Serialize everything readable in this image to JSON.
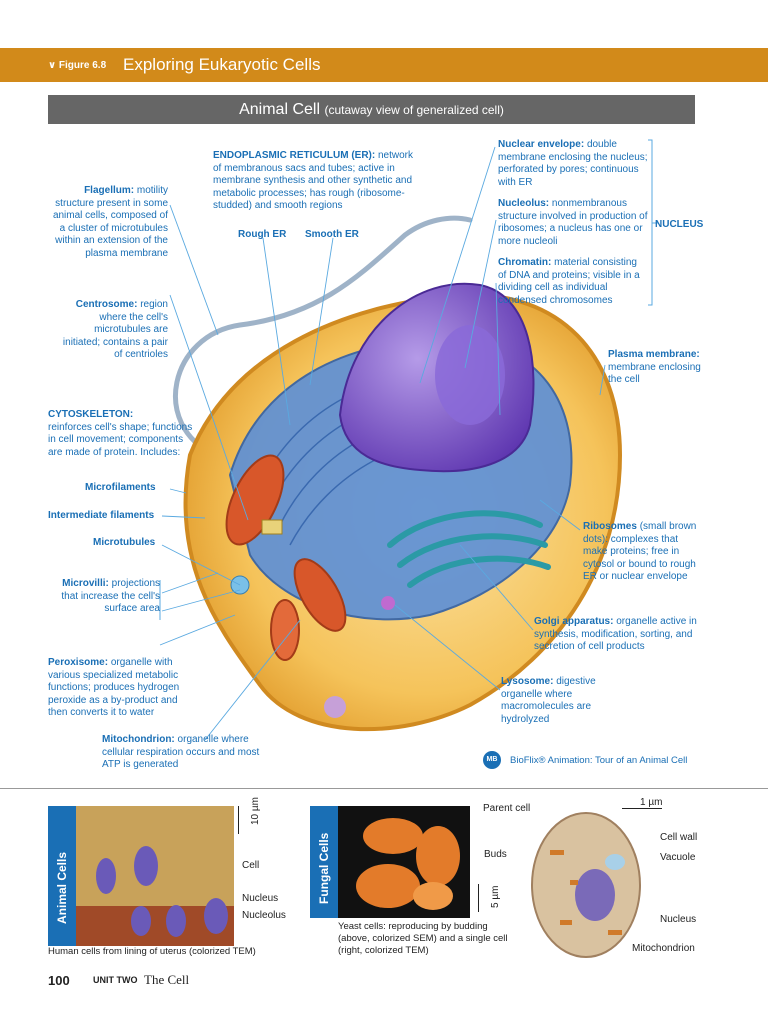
{
  "header": {
    "figure_label": "Figure 6.8",
    "figure_title": "Exploring Eukaryotic Cells",
    "panel_title": "Animal Cell",
    "panel_subtitle": "(cutaway view of generalized cell)"
  },
  "labels": {
    "er_title": "ENDOPLASMIC RETICULUM (ER):",
    "er_desc": "network of membranous sacs and tubes; active in membrane synthesis and other synthetic and metabolic processes; has rough (ribosome-studded) and smooth regions",
    "rough_er": "Rough ER",
    "smooth_er": "Smooth ER",
    "flagellum_title": "Flagellum:",
    "flagellum_desc": "motility structure present in some animal cells, composed of a cluster of microtubules within an extension of the plasma membrane",
    "centrosome_title": "Centrosome:",
    "centrosome_desc": "region where the cell's microtubules are initiated; contains a pair of centrioles",
    "cytoskeleton_title": "CYTOSKELETON:",
    "cytoskeleton_desc": "reinforces cell's shape; functions in cell movement; components are made of protein. Includes:",
    "microfilaments": "Microfilaments",
    "intermediate": "Intermediate filaments",
    "microtubules": "Microtubules",
    "microvilli_title": "Microvilli:",
    "microvilli_desc": "projections that increase the cell's surface area",
    "peroxisome_title": "Peroxisome:",
    "peroxisome_desc": "organelle with various specialized metabolic functions; produces hydrogen peroxide as a by-product and then converts it to water",
    "mitochondrion_title": "Mitochondrion:",
    "mitochondrion_desc": "organelle where cellular respiration occurs and most ATP is generated",
    "nuclear_env_title": "Nuclear envelope:",
    "nuclear_env_desc": "double membrane enclosing the nucleus; perforated by pores; continuous with ER",
    "nucleolus_title": "Nucleolus:",
    "nucleolus_desc": "nonmembranous structure involved in production of ribosomes; a nucleus has one or more nucleoli",
    "chromatin_title": "Chromatin:",
    "chromatin_desc": "material consisting of DNA and proteins; visible in a dividing cell as individual condensed chromosomes",
    "nucleus_group": "NUCLEUS",
    "plasma_title": "Plasma membrane:",
    "plasma_desc": "membrane enclosing the cell",
    "ribosomes_title": "Ribosomes",
    "ribosomes_desc": "(small brown dots): complexes that make proteins; free in cytosol or bound to rough ER or nuclear envelope",
    "golgi_title": "Golgi apparatus:",
    "golgi_desc": "organelle active in synthesis, modification, sorting, and secretion of cell products",
    "lysosome_title": "Lysosome:",
    "lysosome_desc": "digestive organelle where macromolecules are hydrolyzed"
  },
  "bioflix": {
    "icon": "MB",
    "text": "BioFlix® Animation: Tour of an Animal Cell"
  },
  "photos": {
    "animal_side": "Animal Cells",
    "animal_scale": "10 µm",
    "animal_cell": "Cell",
    "animal_nucleus": "Nucleus",
    "animal_nucleolus": "Nucleolus",
    "animal_caption": "Human cells from lining of uterus (colorized TEM)",
    "fungal_side": "Fungal Cells",
    "parent_cell": "Parent cell",
    "buds": "Buds",
    "fungal_scale": "5 µm",
    "fungal_caption": "Yeast cells: reproducing by budding (above, colorized SEM) and a single cell (right, colorized TEM)",
    "yeast_scale": "1 µm",
    "cell_wall": "Cell wall",
    "vacuole": "Vacuole",
    "nucleus": "Nucleus",
    "mitochondrion": "Mitochondrion"
  },
  "footer": {
    "page": "100",
    "unit": "UNIT TWO",
    "section": "The Cell"
  },
  "colors": {
    "header_bar": "#d28a1a",
    "panel_bar": "#666666",
    "label_blue": "#1a6fb5",
    "cell_membrane": "#f2b23a",
    "er_blue": "#3b78c8",
    "nucleus_purple": "#7b4fc7",
    "golgi_teal": "#2b9aa6",
    "mito_red": "#d8572a"
  }
}
